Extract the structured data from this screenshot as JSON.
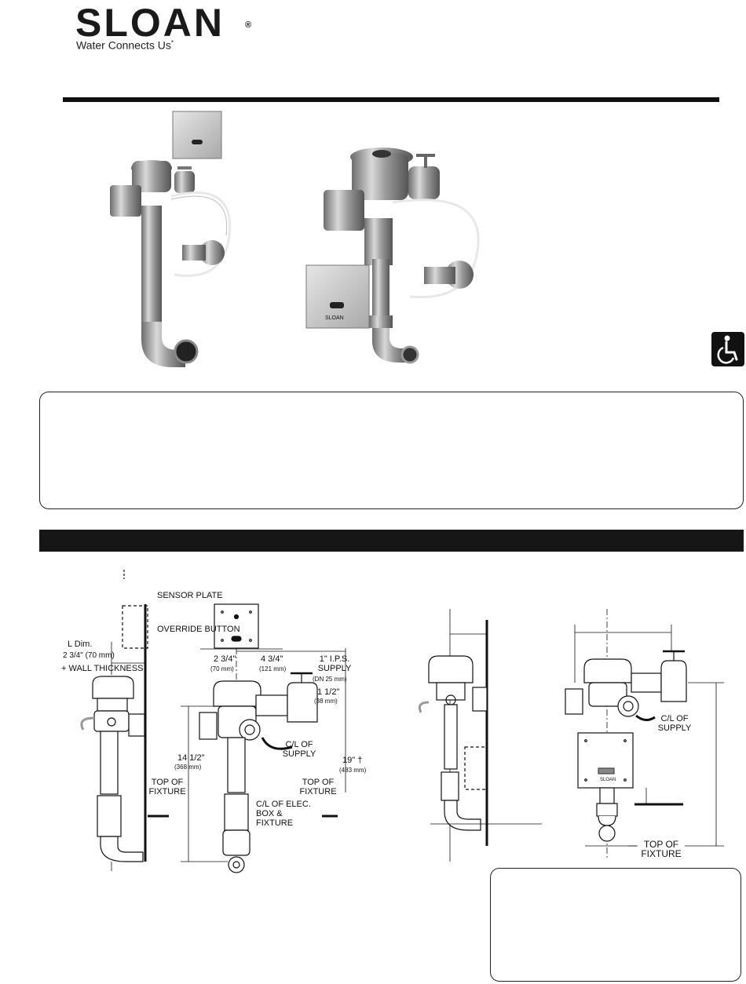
{
  "brand": {
    "name": "SLOAN",
    "registered": "®",
    "tagline": "Water Connects Us",
    "tagline_mark": "*"
  },
  "sensor_plate": {
    "label": "SLOAN"
  },
  "diagram": {
    "sensor_plate": "SENSOR PLATE",
    "override_button": "OVERRIDE BUTTON",
    "l_dim": "L Dim.",
    "l_dim_value": "2 3/4\" (70 mm)",
    "wall_thickness": "+ WALL THICKNESS",
    "dim_a": "2 3/4\"",
    "dim_a_mm": "(70 mm)",
    "dim_b": "4 3/4\"",
    "dim_b_mm": "(121 mm)",
    "ips_supply": "1\" I.P.S. SUPPLY",
    "ips_supply_mm": "(DN 25 mm)",
    "dim_c": "1 1/2\"",
    "dim_c_mm": "(38 mm)",
    "cl_supply": "C/L OF SUPPLY",
    "dim_d": "14 1/2\"",
    "dim_d_mm": "(368 mm)",
    "dim_e": "19\" †",
    "dim_e_mm": "(483 mm)",
    "top_of_fixture_left": "TOP OF FIXTURE",
    "top_of_fixture_mid": "TOP OF FIXTURE",
    "cl_elec_box": "C/L OF ELEC. BOX & FIXTURE",
    "cl_supply_right": "C/L OF SUPPLY",
    "top_of_fixture_right": "TOP OF FIXTURE",
    "plate_brand": "SLOAN"
  },
  "colors": {
    "ink": "#111111",
    "metal": "#8c8c8c",
    "bar": "#161616"
  },
  "icons": [
    "wheelchair-accessibility-icon"
  ]
}
